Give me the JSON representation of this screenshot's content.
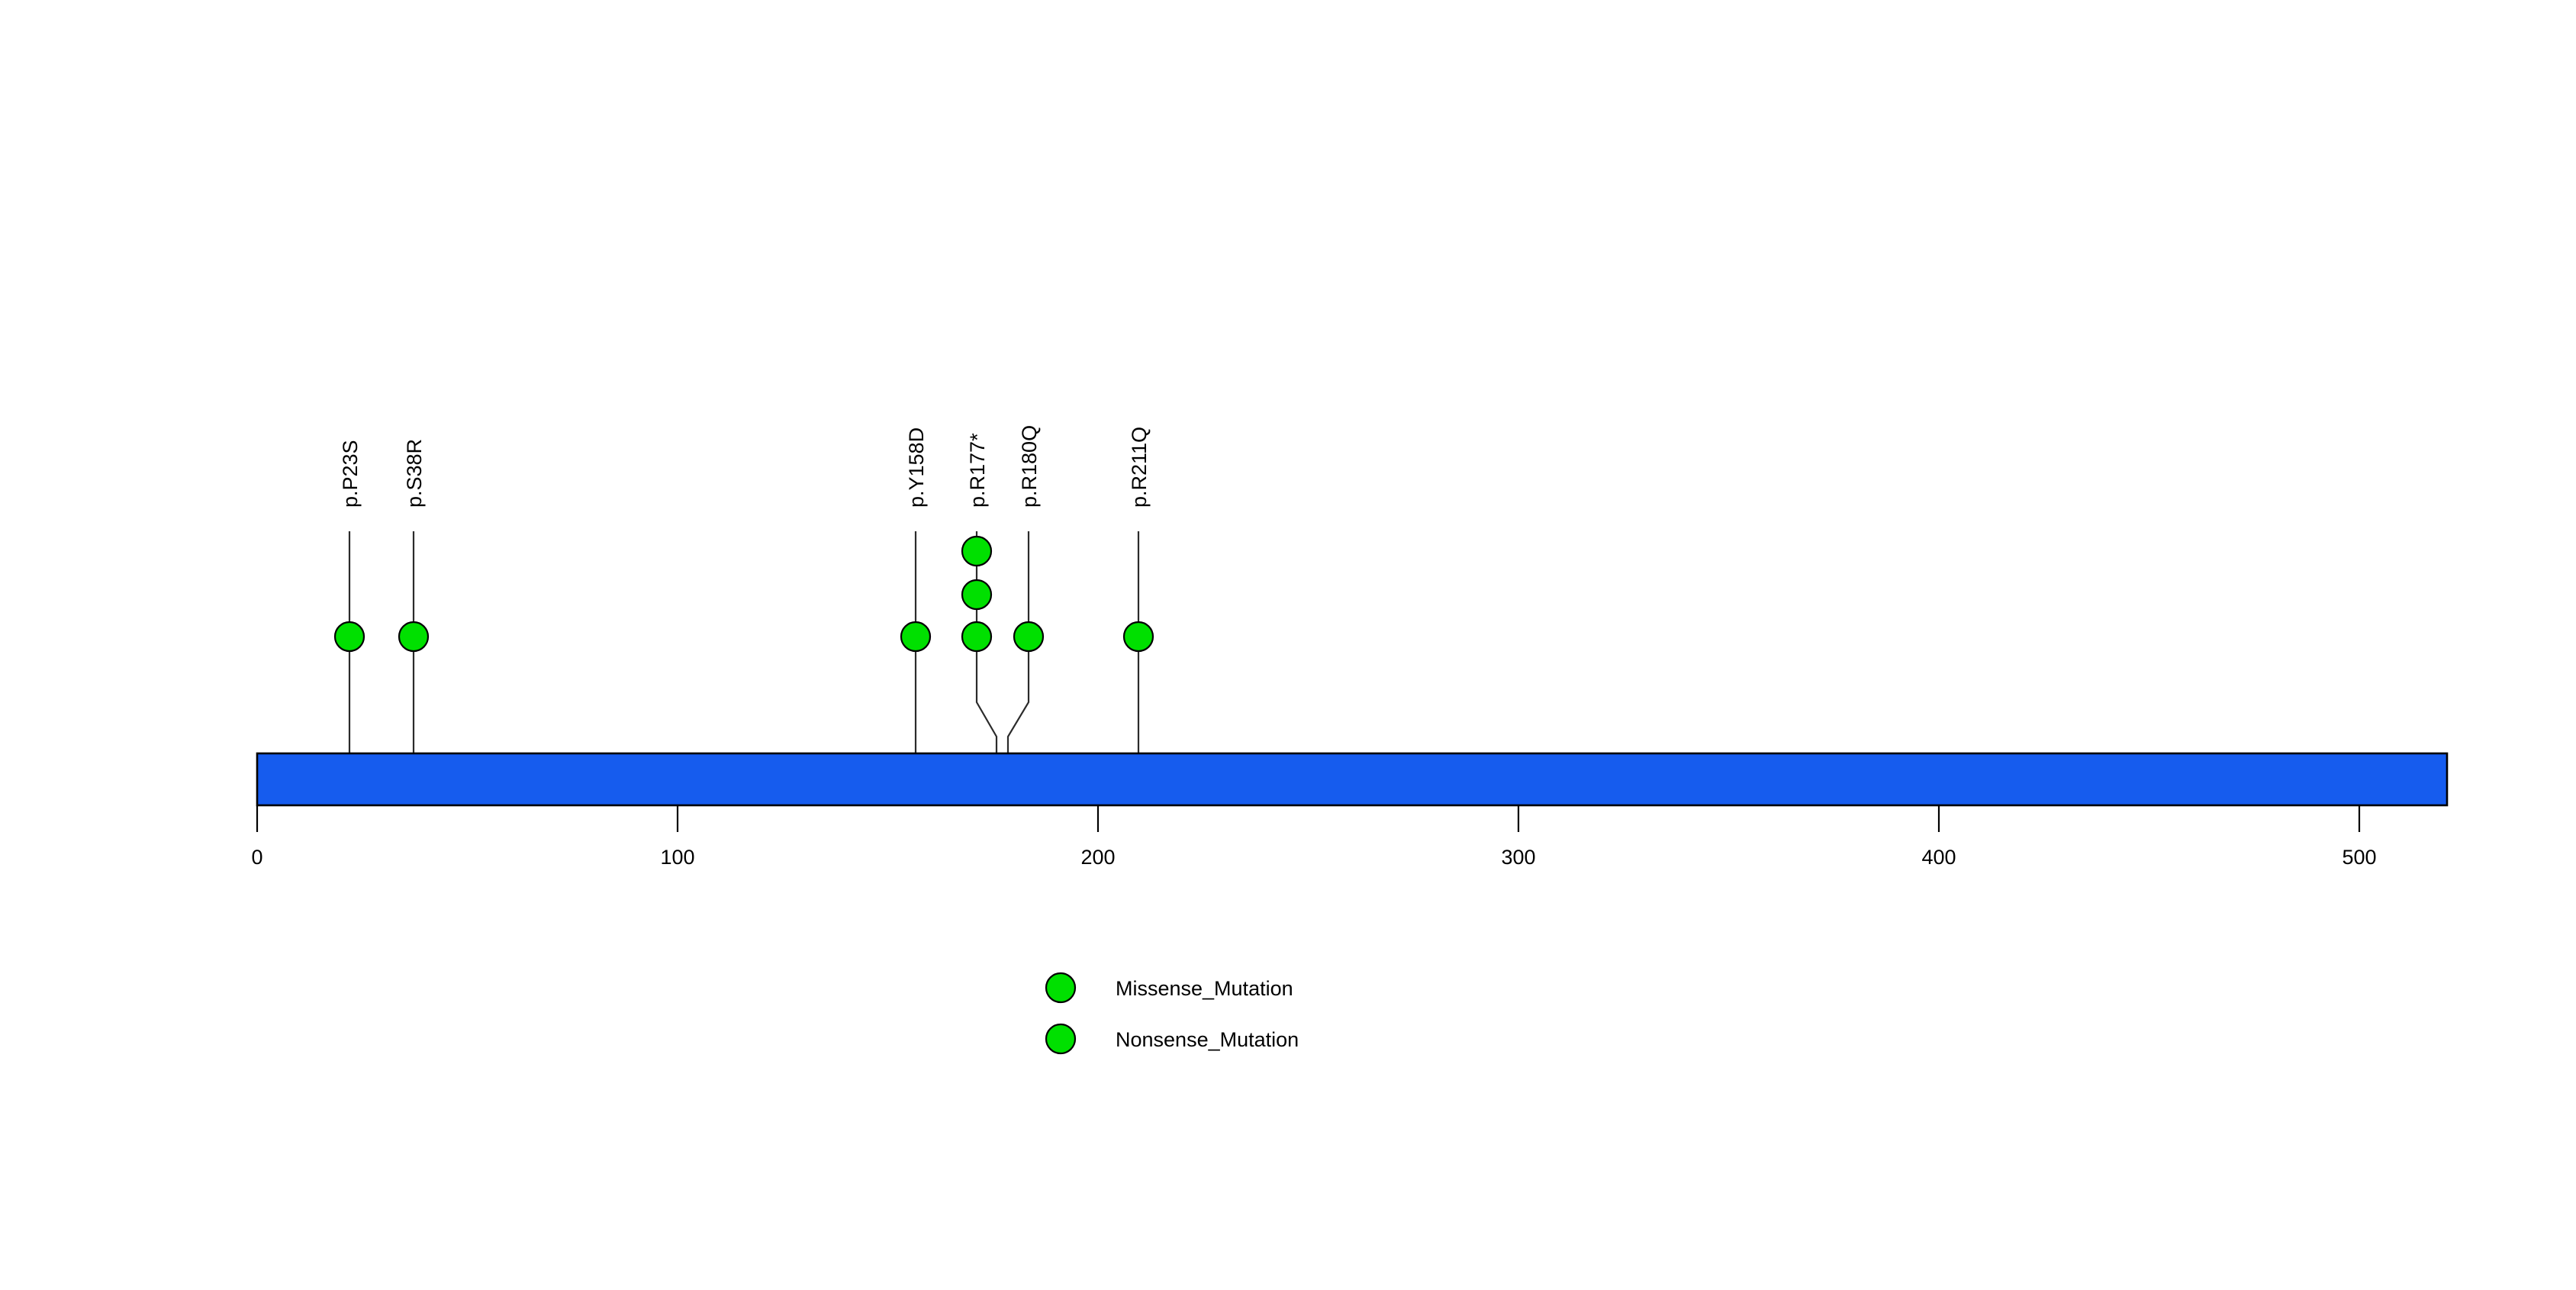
{
  "chart_data": {
    "type": "lollipop",
    "title": "",
    "xlabel": "",
    "ylabel": "",
    "protein": {
      "length": 520,
      "bar_color": "#165CEE",
      "bar_start": 0,
      "bar_end": 520
    },
    "axis": {
      "ticks": [
        0,
        100,
        200,
        300,
        400,
        500
      ],
      "tick_labels": [
        "0",
        "100",
        "200",
        "300",
        "400",
        "500"
      ],
      "xlim": [
        0,
        520
      ],
      "grid": false
    },
    "mutation_color": "#00E000",
    "mutations": [
      {
        "label": "p.P23S",
        "position": 23,
        "count": 1,
        "type": "Missense_Mutation"
      },
      {
        "label": "p.S38R",
        "position": 38,
        "count": 1,
        "type": "Missense_Mutation"
      },
      {
        "label": "p.Y158D",
        "position": 158,
        "count": 1,
        "type": "Missense_Mutation"
      },
      {
        "label": "p.R177*",
        "position": 177,
        "count": 3,
        "type": "Nonsense_Mutation"
      },
      {
        "label": "p.R180Q",
        "position": 180,
        "count": 1,
        "type": "Missense_Mutation"
      },
      {
        "label": "p.R211Q",
        "position": 211,
        "count": 1,
        "type": "Missense_Mutation"
      }
    ],
    "legend": {
      "position": "bottom",
      "entries": [
        {
          "label": "Missense_Mutation",
          "color": "#00E000",
          "marker": "circle"
        },
        {
          "label": "Nonsense_Mutation",
          "color": "#00E000",
          "marker": "circle"
        }
      ]
    }
  }
}
